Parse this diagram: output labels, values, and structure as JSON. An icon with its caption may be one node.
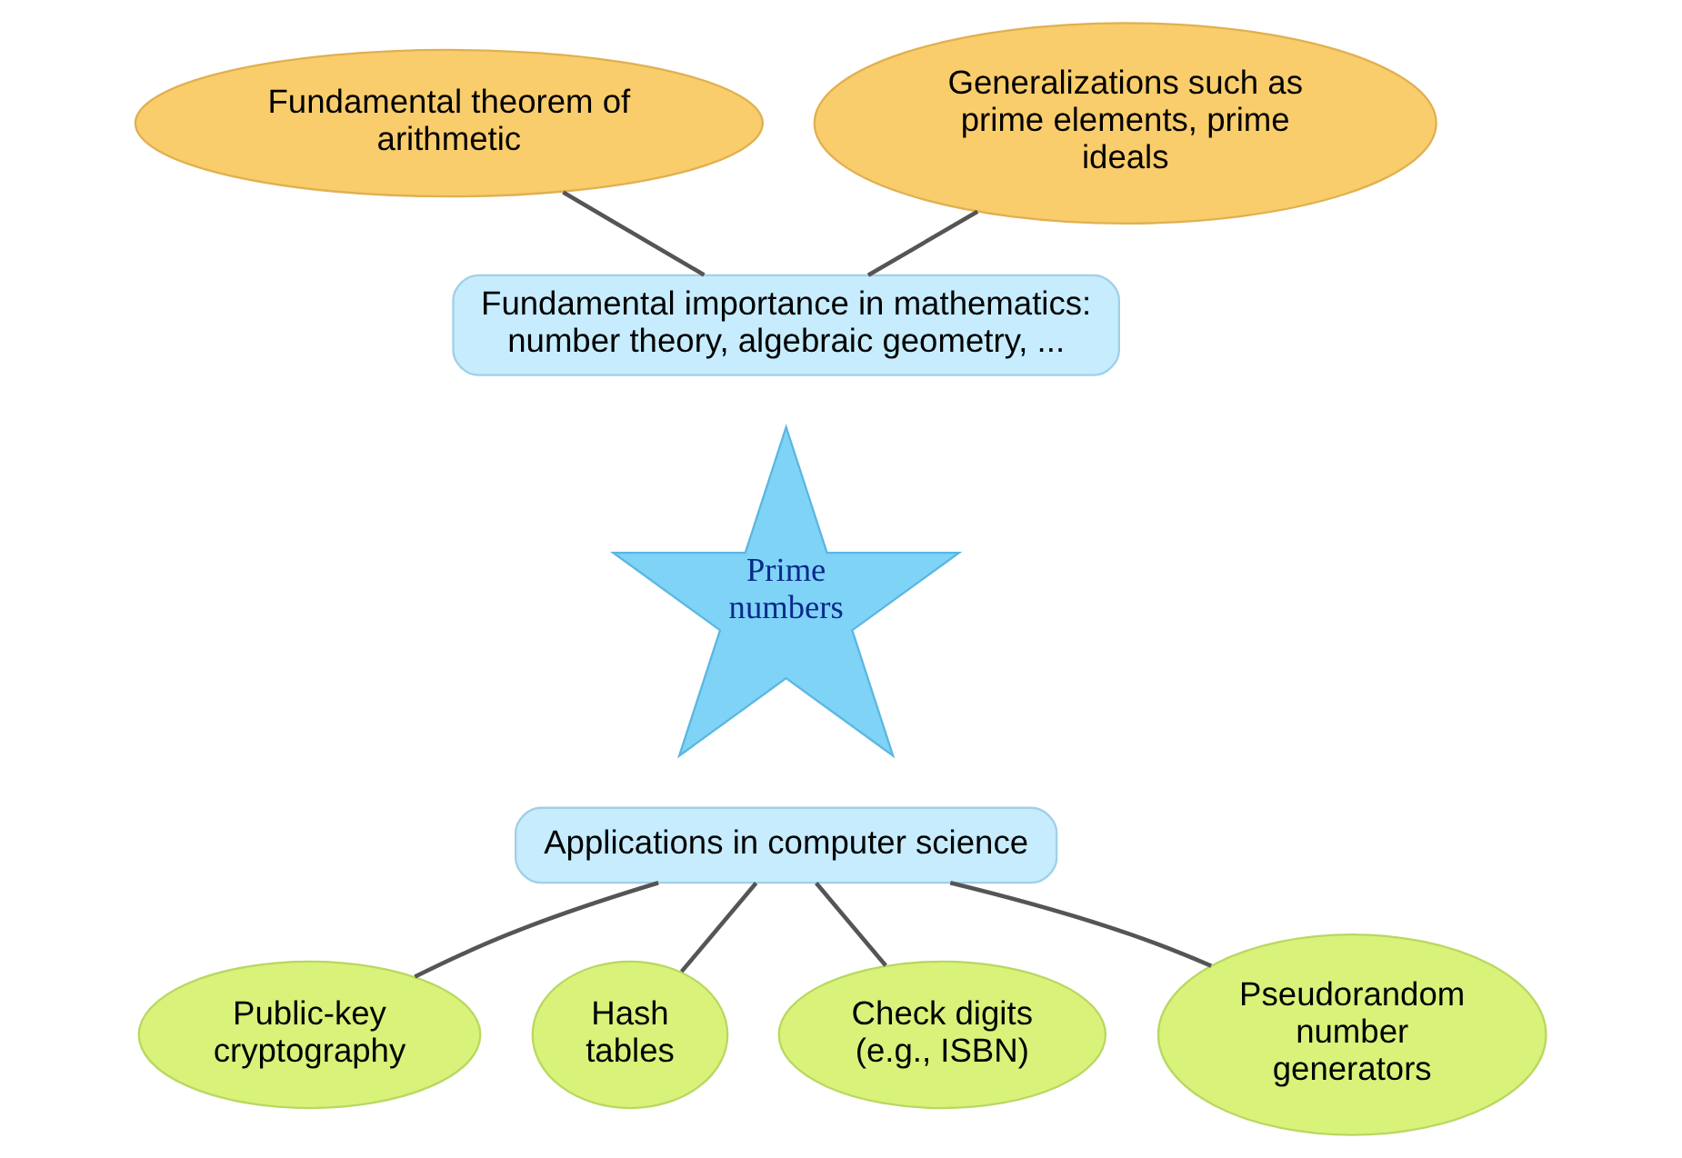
{
  "diagram": {
    "nodes": [
      {
        "text": [
          "Fundamental theorem of arithmetic"
        ]
      },
      {
        "text": [
          "Generalizations such as prime elements, prime ideals"
        ]
      },
      {
        "text": [
          "Fundamental importance in mathematics: number theory, algebraic geometry, ..."
        ]
      },
      {
        "text": [
          "Prime numbers"
        ]
      },
      {
        "text": [
          "Applications in computer science"
        ]
      },
      {
        "text": [
          "Public-key cryptography"
        ]
      },
      {
        "text": [
          "Hash tables"
        ]
      },
      {
        "text": [
          "Check digits (e.g., ISBN)"
        ]
      },
      {
        "text": [
          "Pseudorandom number generators"
        ]
      }
    ],
    "edges": [
      {
        "from": 0,
        "to": 2,
        "arrow": "none"
      },
      {
        "from": 1,
        "to": 2,
        "arrow": "none"
      },
      {
        "from": 4,
        "to": 5,
        "arrow": "none"
      },
      {
        "from": 4,
        "to": 6,
        "arrow": "none"
      },
      {
        "from": 4,
        "to": 7,
        "arrow": "none"
      },
      {
        "from": 4,
        "to": 8,
        "arrow": "none"
      }
    ]
  }
}
